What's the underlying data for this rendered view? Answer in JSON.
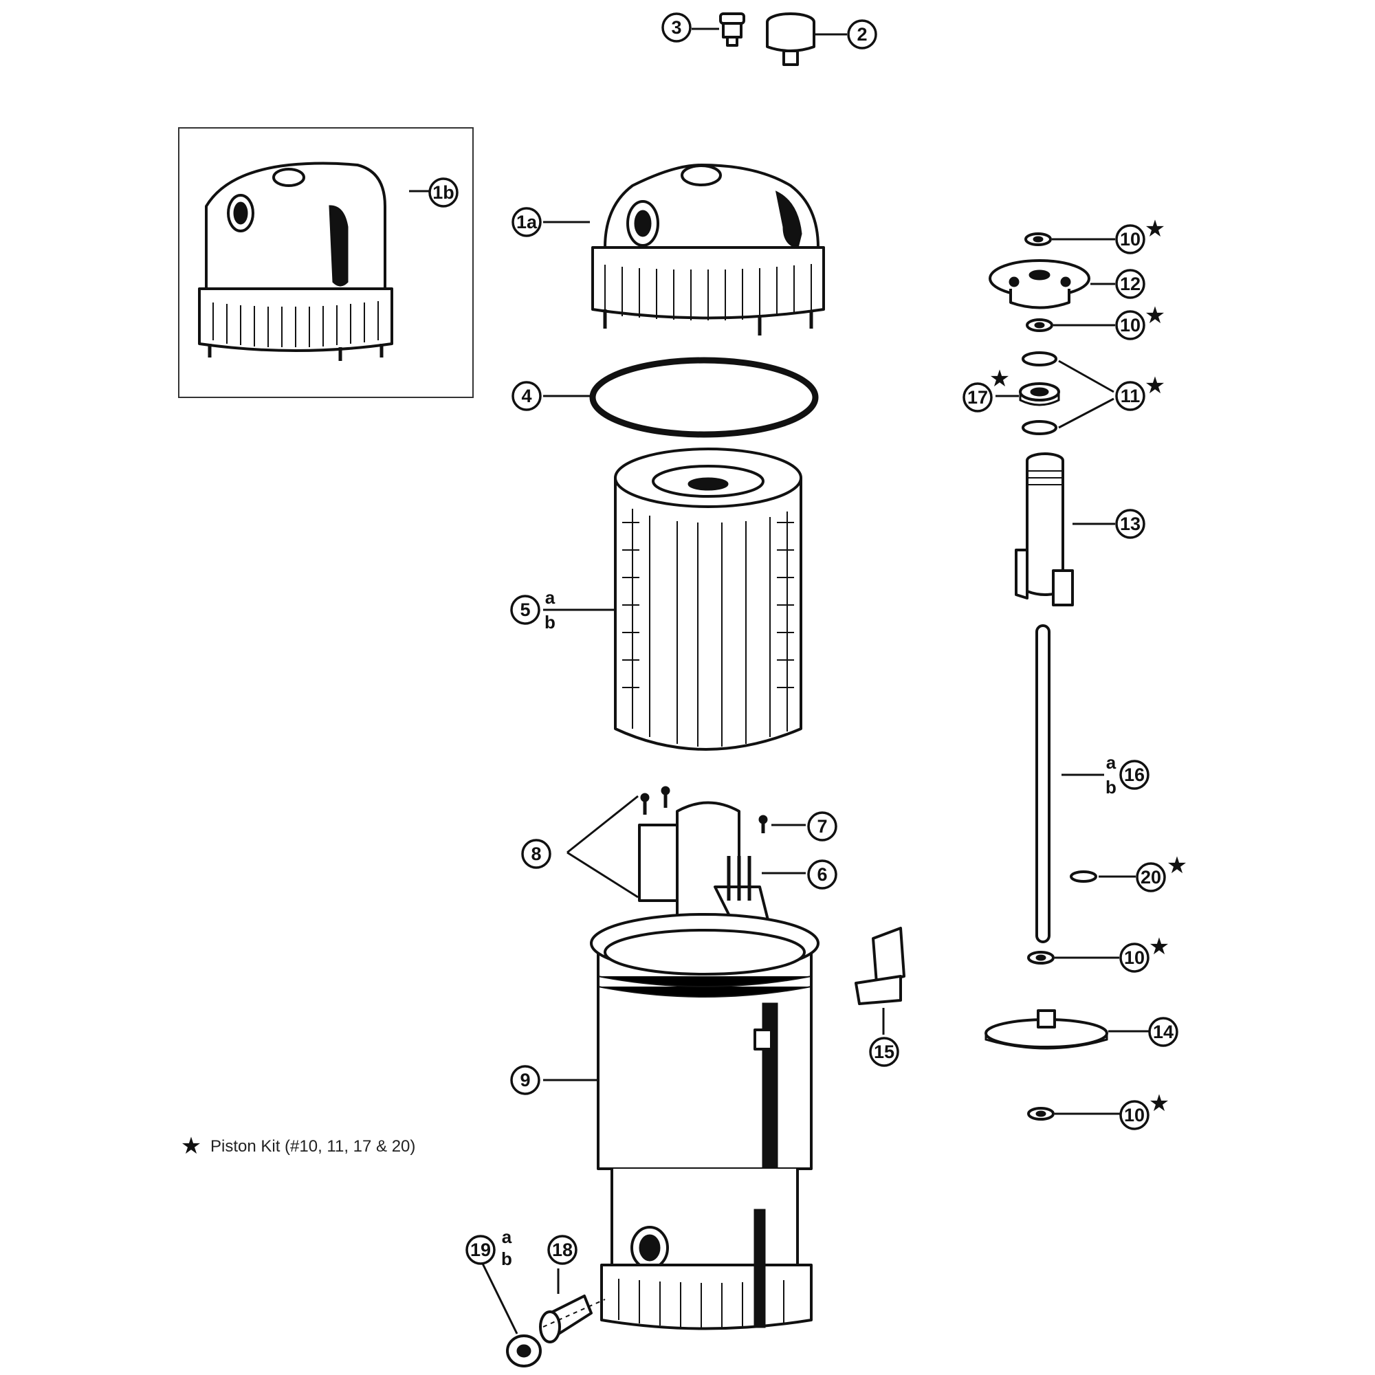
{
  "callouts": {
    "c1a": "1a",
    "c1b": "1b",
    "c2": "2",
    "c3": "3",
    "c4": "4",
    "c5": "5",
    "c6": "6",
    "c7": "7",
    "c8": "8",
    "c9": "9",
    "c10a": "10",
    "c10b": "10",
    "c10c": "10",
    "c10d": "10",
    "c11": "11",
    "c12": "12",
    "c13": "13",
    "c14": "14",
    "c15": "15",
    "c16": "16",
    "c17": "17",
    "c18": "18",
    "c19": "19",
    "c20": "20"
  },
  "sub_labels": {
    "s5a": "a",
    "s5b": "b",
    "s16a": "a",
    "s16b": "b",
    "s19a": "a",
    "s19b": "b"
  },
  "star_symbol": "★",
  "legend": {
    "star": "★",
    "text": "Piston Kit (#10, 11, 17 & 20)"
  }
}
